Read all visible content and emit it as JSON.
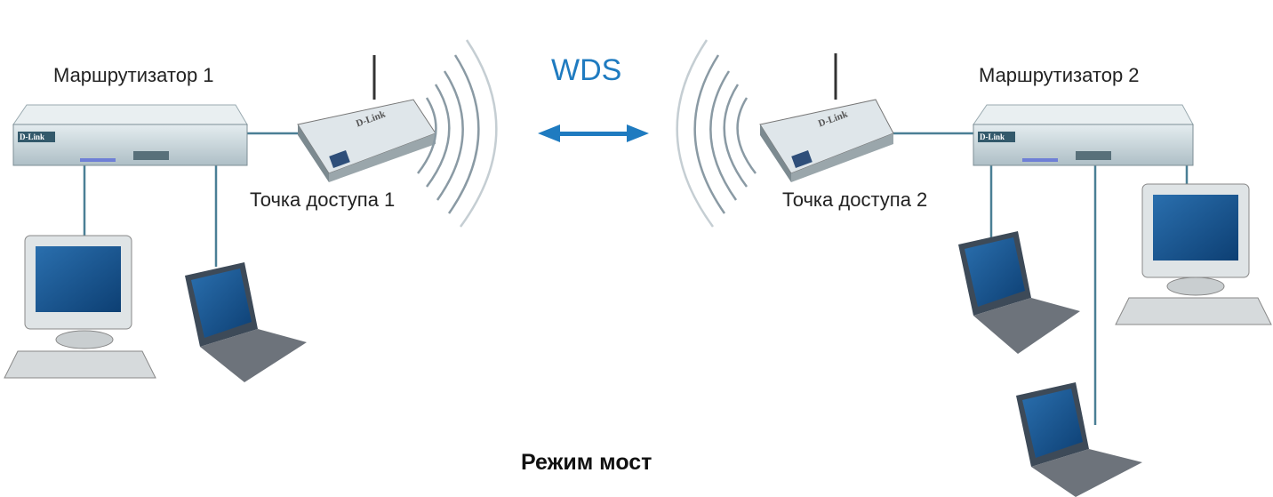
{
  "title": "WDS",
  "caption": "Режим мост",
  "labels": {
    "router1": "Маршрутизатор 1",
    "router2": "Маршрутизатор 2",
    "ap1": "Точка доступа 1",
    "ap2": "Точка доступа 2"
  },
  "brand": "D-Link",
  "colors": {
    "accent": "#1f7bc0",
    "line": "#4a7f95",
    "device": "#6f8a96"
  }
}
